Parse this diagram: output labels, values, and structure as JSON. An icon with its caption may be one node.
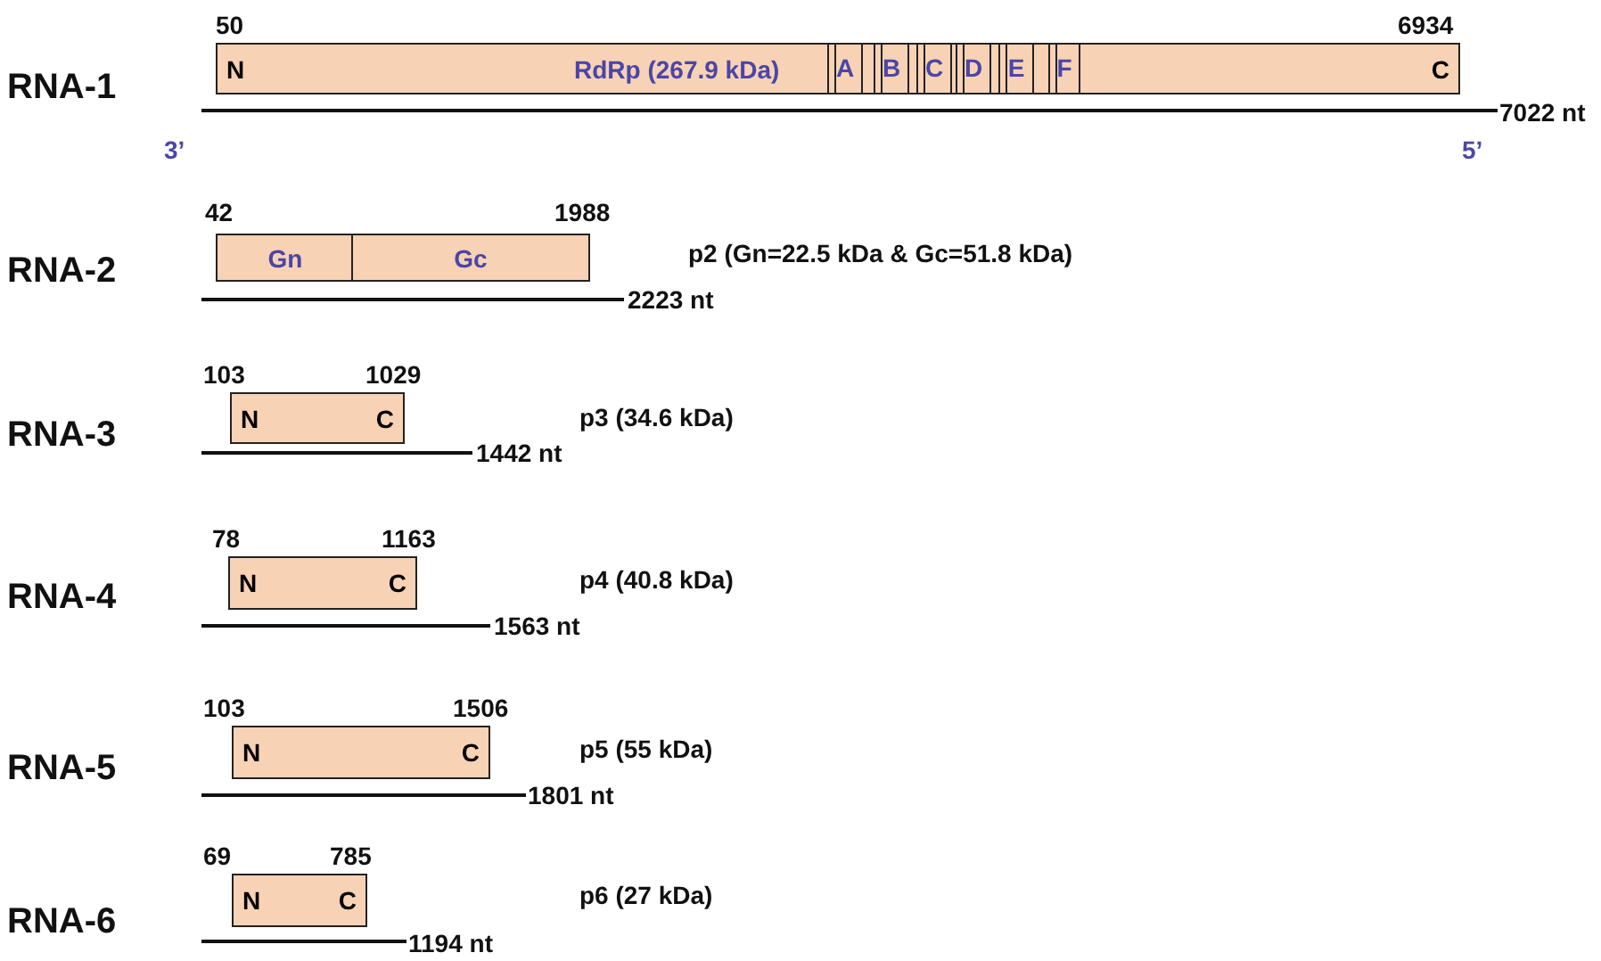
{
  "diagram": {
    "nodes": [
      {
        "text": [
          "N",
          "RdRp (267.9 kDa)",
          "C"
        ]
      },
      {
        "text": [
          "A"
        ],
        "in": 0
      },
      {
        "text": [
          "B"
        ],
        "in": 0
      },
      {
        "text": [
          "C"
        ],
        "in": 0
      },
      {
        "text": [
          "D"
        ],
        "in": 0
      },
      {
        "text": [
          "E"
        ],
        "in": 0
      },
      {
        "text": [
          "F"
        ],
        "in": 0
      },
      {
        "text": [
          "Gn"
        ]
      },
      {
        "text": [
          "Gc"
        ]
      },
      {
        "text": [
          "N",
          "C"
        ]
      },
      {
        "text": [
          "N",
          "C"
        ]
      },
      {
        "text": [
          "N",
          "C"
        ]
      },
      {
        "text": [
          "N",
          "C"
        ]
      }
    ],
    "edges": [],
    "labels": [
      "50",
      "6934",
      "RNA-1",
      "7022 nt",
      "3’",
      "5’",
      "42",
      "1988",
      "RNA-2",
      "p2 (Gn=22.5 kDa & Gc=51.8 kDa)",
      "2223 nt",
      "103",
      "1029",
      "RNA-3",
      "p3 (34.6 kDa)",
      "1442 nt",
      "78",
      "1163",
      "RNA-4",
      "p4 (40.8 kDa)",
      "1563 nt",
      "103",
      "1506",
      "RNA-5",
      "p5 (55 kDa)",
      "1801 nt",
      "69",
      "785",
      "RNA-6",
      "p6 (27 kDa)",
      "1194 nt"
    ]
  }
}
